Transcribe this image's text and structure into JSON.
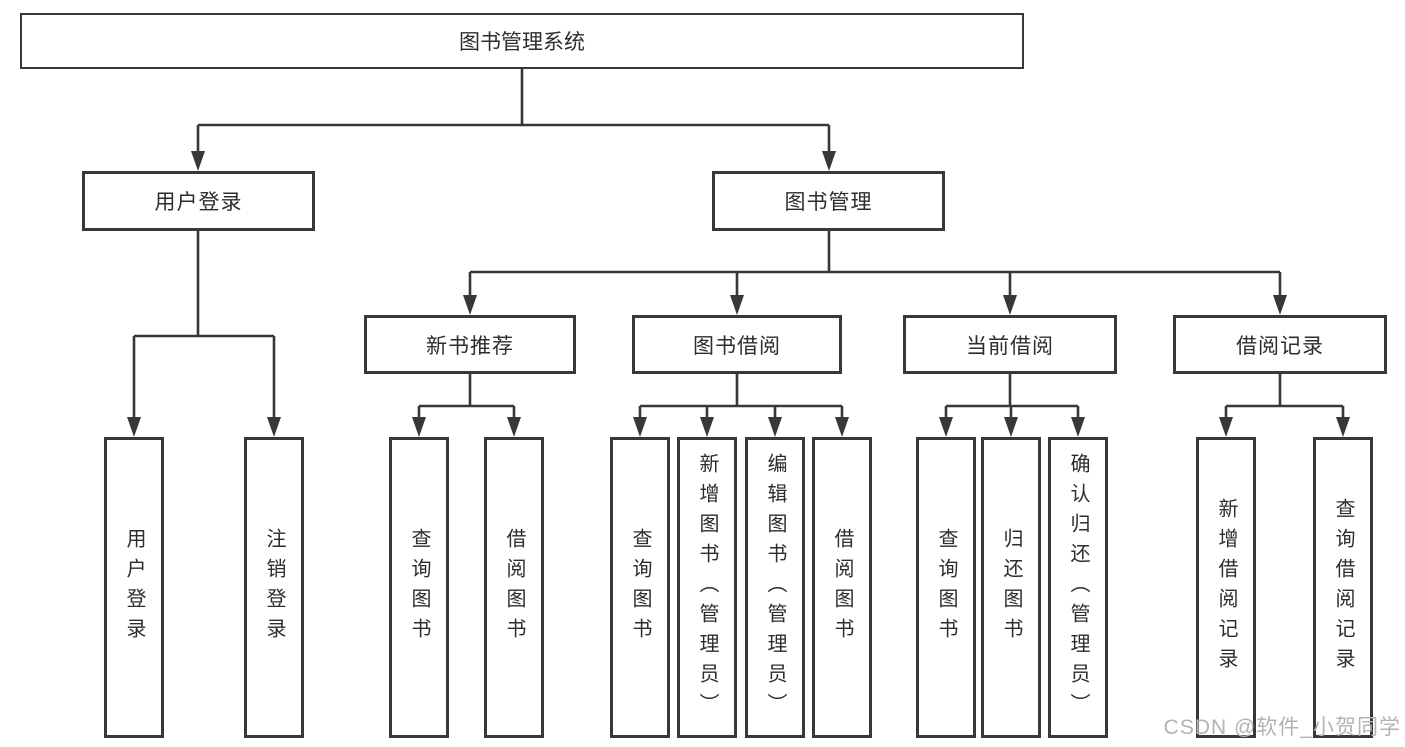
{
  "watermark": "CSDN @软件_小贺同学",
  "colors": {
    "stroke": "#383838",
    "text": "#2d2d2d",
    "watermark": "#b3b3b3",
    "background": "#ffffff"
  },
  "tree": {
    "root": "图书管理系统",
    "branches": [
      {
        "label": "用户登录",
        "children": [
          "用户登录",
          "注销登录"
        ]
      },
      {
        "label": "图书管理",
        "groups": [
          {
            "label": "新书推荐",
            "children": [
              "查询图书",
              "借阅图书"
            ]
          },
          {
            "label": "图书借阅",
            "children": [
              "查询图书",
              "新增图书（管理员）",
              "编辑图书（管理员）",
              "借阅图书"
            ]
          },
          {
            "label": "当前借阅",
            "children": [
              "查询图书",
              "归还图书",
              "确认归还（管理员）"
            ]
          },
          {
            "label": "借阅记录",
            "children": [
              "新增借阅记录",
              "查询借阅记录"
            ]
          }
        ]
      }
    ]
  }
}
